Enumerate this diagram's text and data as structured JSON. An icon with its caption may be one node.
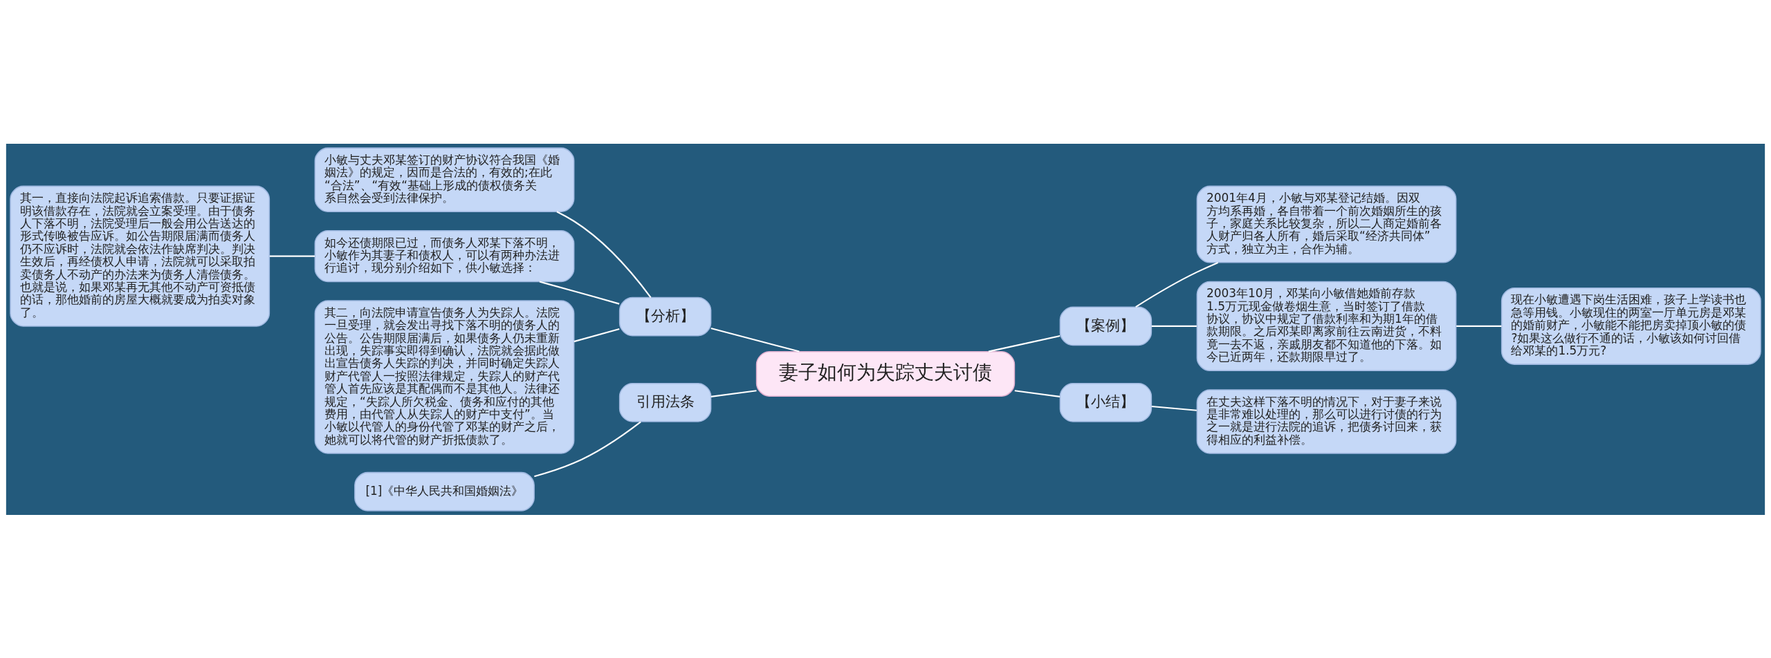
{
  "diagram": {
    "nodes": [
      {
        "text": [
          "妻子如何为失踪丈夫讨债"
        ]
      },
      {
        "text": [
          "【分析】"
        ]
      },
      {
        "text": [
          "小敏与丈夫邓某签订的财产协议符合我国《婚姻法》的规定，因而是合法的，有效的;在此“合法”、“有效“基础上形成的债权债务关系自然会受到法律保护。"
        ]
      },
      {
        "text": [
          "如今还债期限已过，而债务人邓某下落不明，小敏作为其妻子和债权人，可以有两种办法进行追讨，现分别介绍如下，供小敏选择："
        ]
      },
      {
        "text": [
          "其一，直接向法院起诉追索借款。只要证据证明该借款存在，法院就会立案受理。由于债务人下落不明，法院受理后一般会用公告送达的形式传唤被告应诉。如公告期限届满而债务人仍不应诉时，法院就会依法作缺席判决。判决生效后，再经债权人申请，法院就可以采取拍卖债务人不动产的办法来为债务人清偿债务。也就是说，如果邓某再无其他不动产可资抵债的话，那他婚前的房屋大概就要成为拍卖对象了。"
        ]
      },
      {
        "text": [
          "其二，向法院申请宣告债务人为失踪人。法院一旦受理，就会发出寻找下落不明的债务人的公告。公告期限届满后，如果债务人仍未重新出现，失踪事实即得到确认，法院就会据此做出宣告债务人失踪的判决，并同时确定失踪人财产代管人一按照法律规定，失踪人的财产代管人首先应该是其配偶而不是其他人。法律还规定，“失踪人所欠税金、债务和应付的其他费用，由代管人从失踪人的财产中支付”。当小敏以代管人的身份代管了邓某的财产之后，她就可以将代管的财产折抵债款了。"
        ]
      },
      {
        "text": [
          "【案例】"
        ]
      },
      {
        "text": [
          "2001年4月，小敏与邓某登记结婚。因双方均系再婚，各自带着一个前次婚姻所生的孩子，家庭关系比较复杂，所以二人商定婚前各人财产归各人所有，婚后采取“经济共同体”方式，独立为主，合作为辅。"
        ]
      },
      {
        "text": [
          "2003年10月，邓某向小敏借她婚前存款1.5万元现金做卷烟生意，当时签订了借款协议，协议中规定了借款利率和为期1年的借款期限。之后邓某即离家前往云南进货，不料竟一去不返，亲戚朋友都不知道他的下落。如今已近两年，还款期限早过了。"
        ]
      },
      {
        "text": [
          "现在小敏遭遇下岗生活困难，孩子上学读书也急等用钱。小敏现住的两室一厅单元房是邓某的婚前财产，小敏能不能把房卖掉顶小敏的债?如果这么做行不通的话，小敏该如何讨回借给邓某的1.5万元?"
        ]
      },
      {
        "text": [
          "【小结】"
        ]
      },
      {
        "text": [
          "在丈夫这样下落不明的情况下，对于妻子来说是非常难以处理的，那么可以进行讨债的行为之一就是进行法院的追诉，把债务讨回来，获得相应的利益补偿。"
        ]
      },
      {
        "text": [
          "引用法条"
        ]
      },
      {
        "text": [
          "[1]《中华人民共和国婚姻法》"
        ]
      }
    ],
    "edges": [
      {
        "from": 0,
        "to": 1,
        "arrow": "none"
      },
      {
        "from": 1,
        "to": 2,
        "arrow": "none"
      },
      {
        "from": 1,
        "to": 3,
        "arrow": "none"
      },
      {
        "from": 3,
        "to": 4,
        "arrow": "none"
      },
      {
        "from": 1,
        "to": 5,
        "arrow": "none"
      },
      {
        "from": 0,
        "to": 6,
        "arrow": "none"
      },
      {
        "from": 6,
        "to": 7,
        "arrow": "none"
      },
      {
        "from": 6,
        "to": 8,
        "arrow": "none"
      },
      {
        "from": 8,
        "to": 9,
        "arrow": "none"
      },
      {
        "from": 0,
        "to": 10,
        "arrow": "none"
      },
      {
        "from": 10,
        "to": 11,
        "arrow": "none"
      },
      {
        "from": 0,
        "to": 12,
        "arrow": "none"
      },
      {
        "from": 12,
        "to": 13,
        "arrow": "none"
      }
    ]
  }
}
